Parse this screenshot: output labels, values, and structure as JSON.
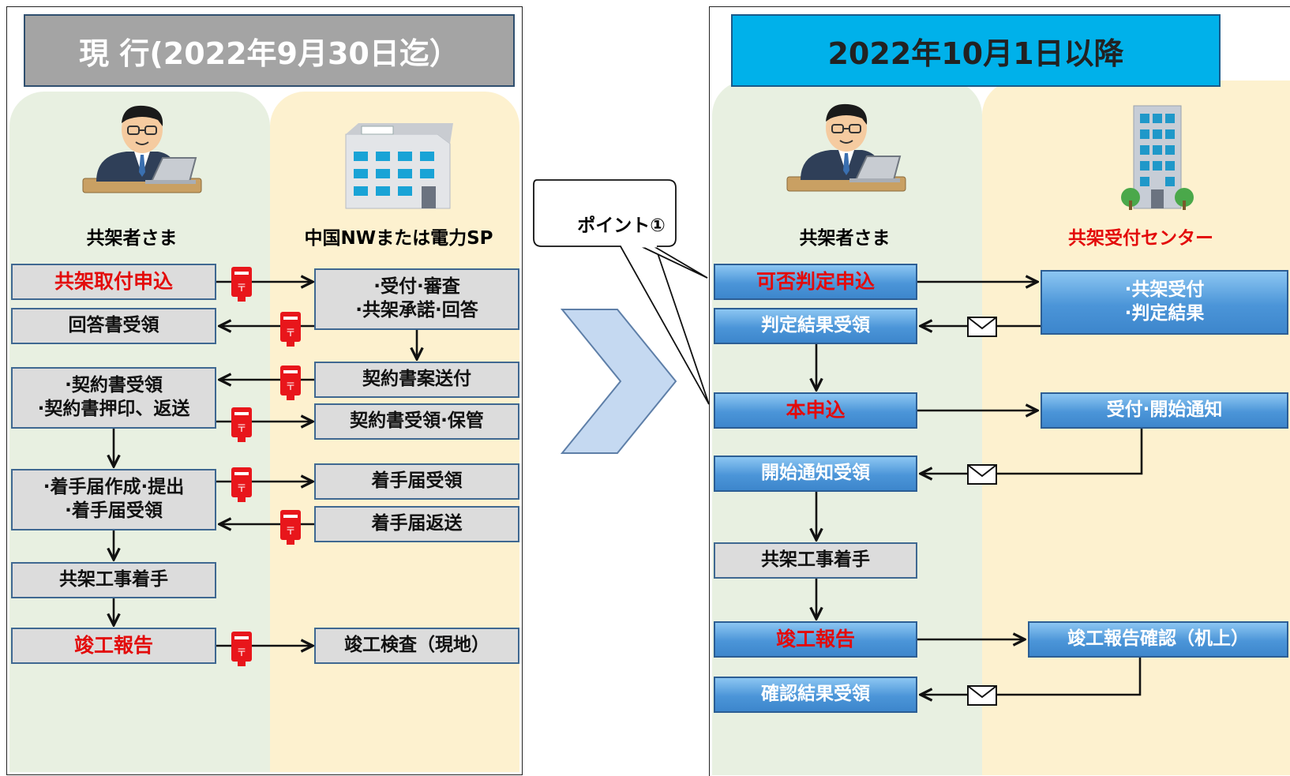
{
  "left": {
    "header": "現 行(2022年9月30日迄）",
    "user_role": "共架者さま",
    "org_role": "中国NWまたは電力SP",
    "boxes": {
      "apply": "共架取付申込",
      "reply_receive": "回答書受領",
      "contract_receive": "·契約書受領\n·契約書押印、返送",
      "start_create": "·着手届作成·提出\n·着手届受領",
      "work_start": "共架工事着手",
      "complete_report": "竣工報告",
      "review": "·受付·審査\n·共架承諾·回答",
      "draft_send": "契約書案送付",
      "contract_store": "契約書受領·保管",
      "start_receive": "着手届受領",
      "start_return": "着手届返送",
      "inspection": "竣工検査（現地）"
    }
  },
  "callout": "ポイント①",
  "right": {
    "header": "2022年10月1日以降",
    "user_role": "共架者さま",
    "org_role": "共架受付センター",
    "boxes": {
      "judge_apply": "可否判定申込",
      "judge_receive": "判定結果受領",
      "main_apply": "本申込",
      "notice_receive": "開始通知受領",
      "work_start": "共架工事着手",
      "complete_report": "竣工報告",
      "confirm_receive": "確認結果受領",
      "accept_judge": "·共架受付\n·判定結果",
      "accept_notice": "受付·開始通知",
      "report_confirm": "竣工報告確認（机上）"
    }
  },
  "colors": {
    "accent_red": "#e30b0b",
    "header_gray": "#a4a4a4",
    "header_blue": "#00b1ea",
    "box_blue": "#4b95d8",
    "box_gray": "#dcdcdc",
    "bg_green": "#e8f0e1",
    "bg_yellow": "#fdf1cf",
    "transition_arrow": "#c5d9f1"
  },
  "icons": [
    "person-laptop-icon",
    "office-building-icon",
    "tower-building-icon",
    "postbox-icon",
    "envelope-icon",
    "chevron-right-icon"
  ]
}
